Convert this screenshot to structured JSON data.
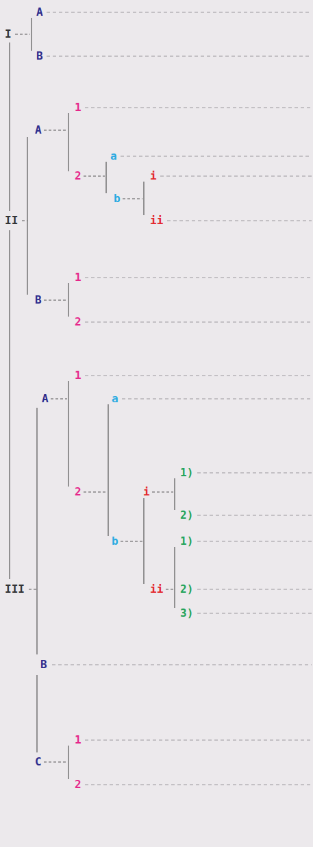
{
  "diagram": {
    "labels": [
      "A",
      "I",
      "B",
      "1",
      "A",
      "a",
      "2",
      "i",
      "b",
      "II",
      "ii",
      "1",
      "B",
      "2",
      "1",
      "A",
      "a",
      "1)",
      "2",
      "i",
      "2)",
      "b",
      "1)",
      "III",
      "ii",
      "2)",
      "3)",
      "B",
      "1",
      "C",
      "2"
    ]
  }
}
